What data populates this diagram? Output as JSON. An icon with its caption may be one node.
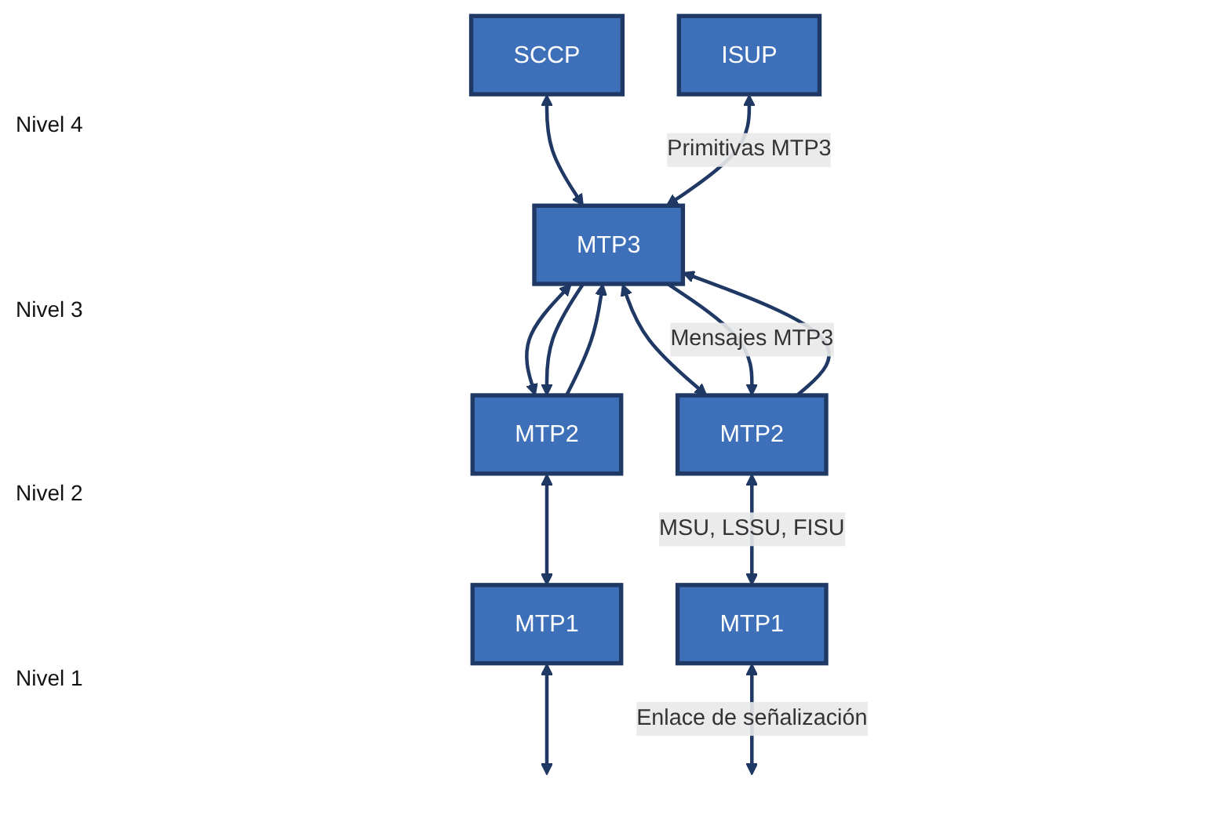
{
  "diagram": {
    "nodes": [
      {
        "text": [
          "SCCP"
        ]
      },
      {
        "text": [
          "ISUP"
        ]
      },
      {
        "text": [
          "MTP3"
        ]
      },
      {
        "text": [
          "MTP2"
        ]
      },
      {
        "text": [
          "MTP2"
        ]
      },
      {
        "text": [
          "MTP1"
        ]
      },
      {
        "text": [
          "MTP1"
        ]
      }
    ],
    "edges": [
      {
        "from": 0,
        "to": 2,
        "arrow": "both"
      },
      {
        "from": 1,
        "to": 2,
        "arrow": "both",
        "label": "Primitivas MTP3"
      },
      {
        "from": 2,
        "to": 3,
        "arrow": "both"
      },
      {
        "from": 3,
        "to": 2,
        "arrow": "to"
      },
      {
        "from": 2,
        "to": 3,
        "arrow": "to"
      },
      {
        "from": 2,
        "to": 4,
        "arrow": "both"
      },
      {
        "from": 4,
        "to": 2,
        "arrow": "to"
      },
      {
        "from": 2,
        "to": 4,
        "arrow": "to",
        "label": "Mensajes MTP3"
      },
      {
        "from": 3,
        "to": 5,
        "arrow": "both"
      },
      {
        "from": 4,
        "to": 6,
        "arrow": "both",
        "label": "MSU, LSSU, FISU"
      },
      {
        "from": 5,
        "to": null,
        "arrow": "both"
      },
      {
        "from": 6,
        "to": null,
        "arrow": "both",
        "label": "Enlace de señalización"
      }
    ],
    "labels": [
      "Nivel 4",
      "Nivel 3",
      "Nivel 2",
      "Nivel 1"
    ]
  }
}
